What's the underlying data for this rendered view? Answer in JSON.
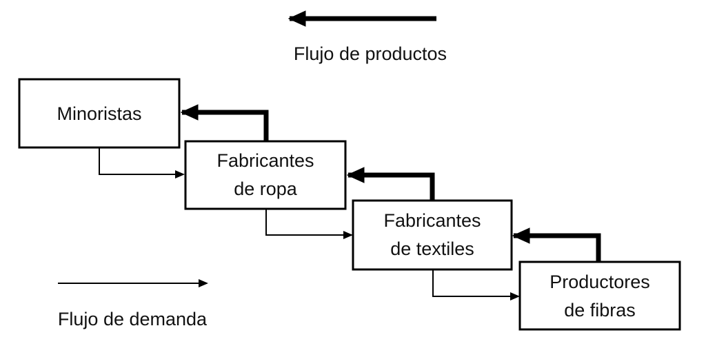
{
  "legend": {
    "product_flow_label": "Flujo de productos",
    "demand_flow_label": "Flujo de demanda"
  },
  "nodes": [
    {
      "id": "minoristas",
      "lines": [
        "Minoristas"
      ]
    },
    {
      "id": "fabricantes-de-ropa",
      "lines": [
        "Fabricantes",
        "de ropa"
      ]
    },
    {
      "id": "fabricantes-de-textiles",
      "lines": [
        "Fabricantes",
        "de textiles"
      ]
    },
    {
      "id": "productores-de-fibras",
      "lines": [
        "Productores",
        "de fibras"
      ]
    }
  ],
  "edges": {
    "product_flow": [
      {
        "from": "fabricantes-de-ropa",
        "to": "minoristas"
      },
      {
        "from": "fabricantes-de-textiles",
        "to": "fabricantes-de-ropa"
      },
      {
        "from": "productores-de-fibras",
        "to": "fabricantes-de-textiles"
      }
    ],
    "demand_flow": [
      {
        "from": "minoristas",
        "to": "fabricantes-de-ropa"
      },
      {
        "from": "fabricantes-de-ropa",
        "to": "fabricantes-de-textiles"
      },
      {
        "from": "fabricantes-de-textiles",
        "to": "productores-de-fibras"
      }
    ]
  },
  "colors": {
    "line": "#000000",
    "text": "#111111",
    "background": "#ffffff"
  }
}
